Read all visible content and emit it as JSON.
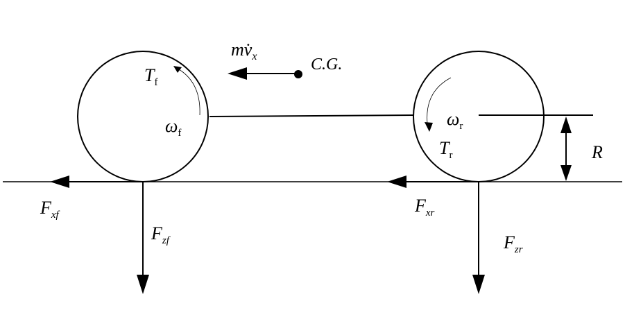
{
  "labels": {
    "inertia": {
      "main": "mv̇",
      "sub": "x"
    },
    "cg": "C.G.",
    "torque_front": {
      "main": "T",
      "sub": "f"
    },
    "omega_front": {
      "main": "ω",
      "sub": "f"
    },
    "omega_rear": {
      "main": "ω",
      "sub": "r"
    },
    "torque_rear": {
      "main": "T",
      "sub": "r"
    },
    "radius": "R",
    "fx_front": {
      "main": "F",
      "sub": "xf"
    },
    "fx_rear": {
      "main": "F",
      "sub": "xr"
    },
    "fz_front": {
      "main": "F",
      "sub": "zf"
    },
    "fz_rear": {
      "main": "F",
      "sub": "zr"
    }
  },
  "colors": {
    "stroke": "#000000",
    "background": "#ffffff"
  }
}
